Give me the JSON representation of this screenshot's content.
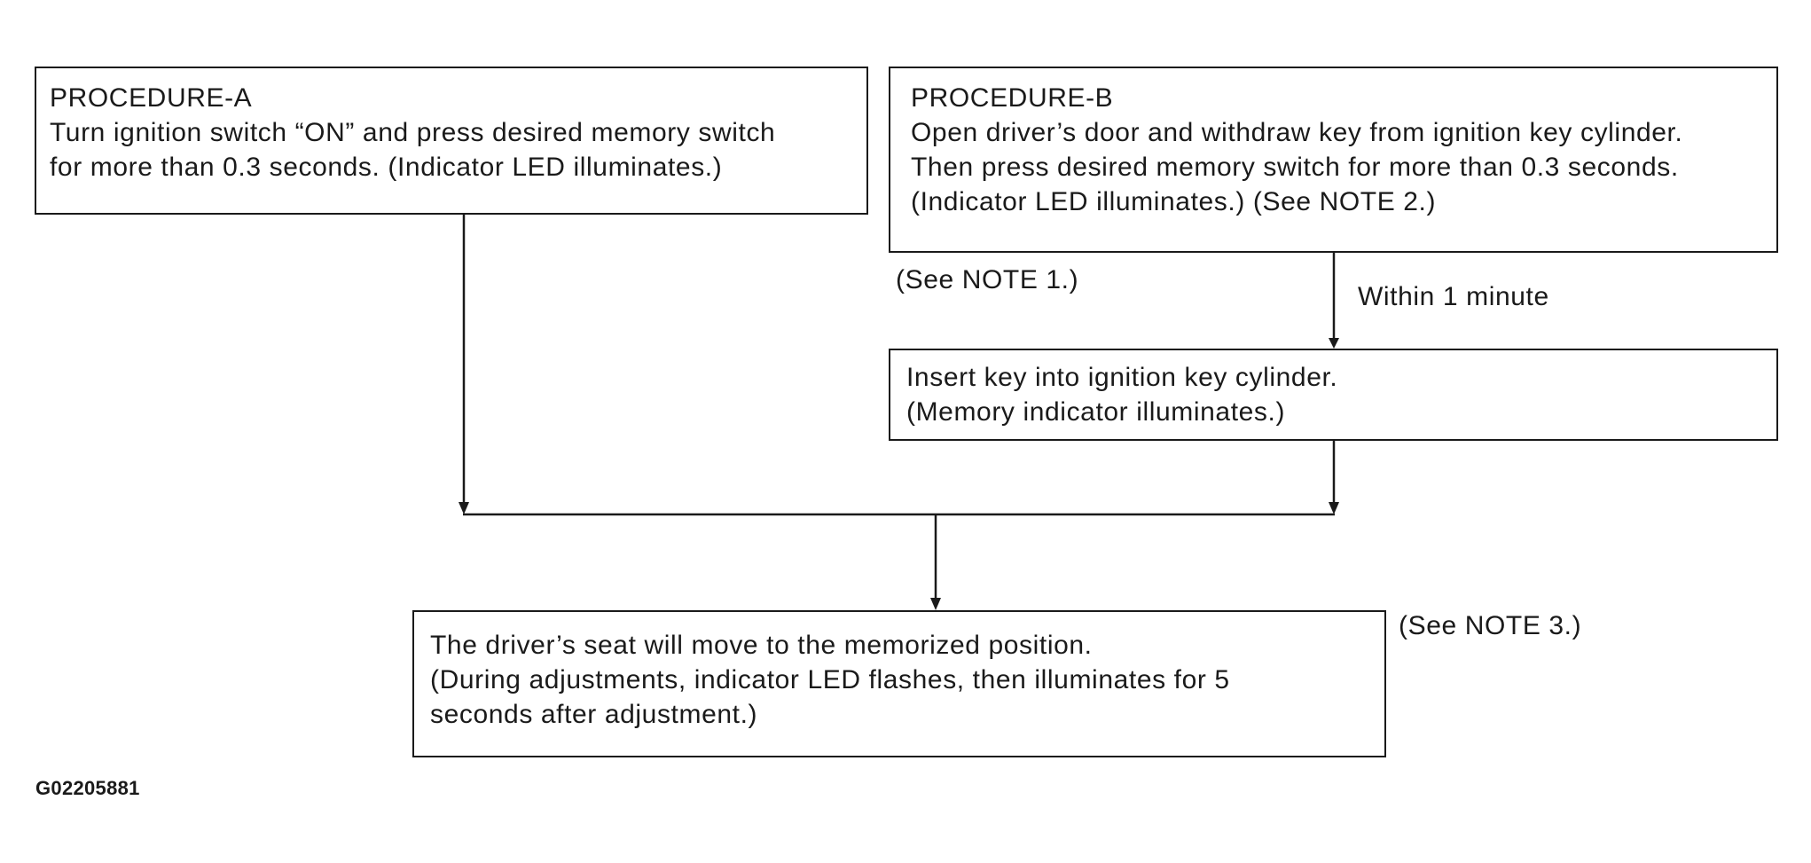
{
  "procedure_a": {
    "title": "PROCEDURE-A",
    "lines": [
      "Turn ignition switch “ON” and press desired memory switch",
      "for more than 0.3 seconds. (Indicator LED illuminates.)"
    ]
  },
  "procedure_b": {
    "title": "PROCEDURE-B",
    "lines": [
      "Open driver’s door and withdraw key from ignition key cylinder.",
      "Then press desired memory switch for more than 0.3 seconds.",
      "(Indicator LED illuminates.) (See NOTE 2.)"
    ]
  },
  "note_1": "(See NOTE 1.)",
  "within_label": "Within 1 minute",
  "insert_step": {
    "lines": [
      "Insert key into ignition key cylinder.",
      "(Memory indicator illuminates.)"
    ]
  },
  "result_step": {
    "lines": [
      "The driver’s seat will move to the memorized position.",
      "(During adjustments, indicator LED flashes, then illuminates for 5",
      "seconds after adjustment.)"
    ]
  },
  "note_3": "(See NOTE 3.)",
  "figure_id": "G02205881",
  "colors": {
    "line": "#1a1a1a",
    "text": "#1a1a1a",
    "background": "#ffffff"
  }
}
